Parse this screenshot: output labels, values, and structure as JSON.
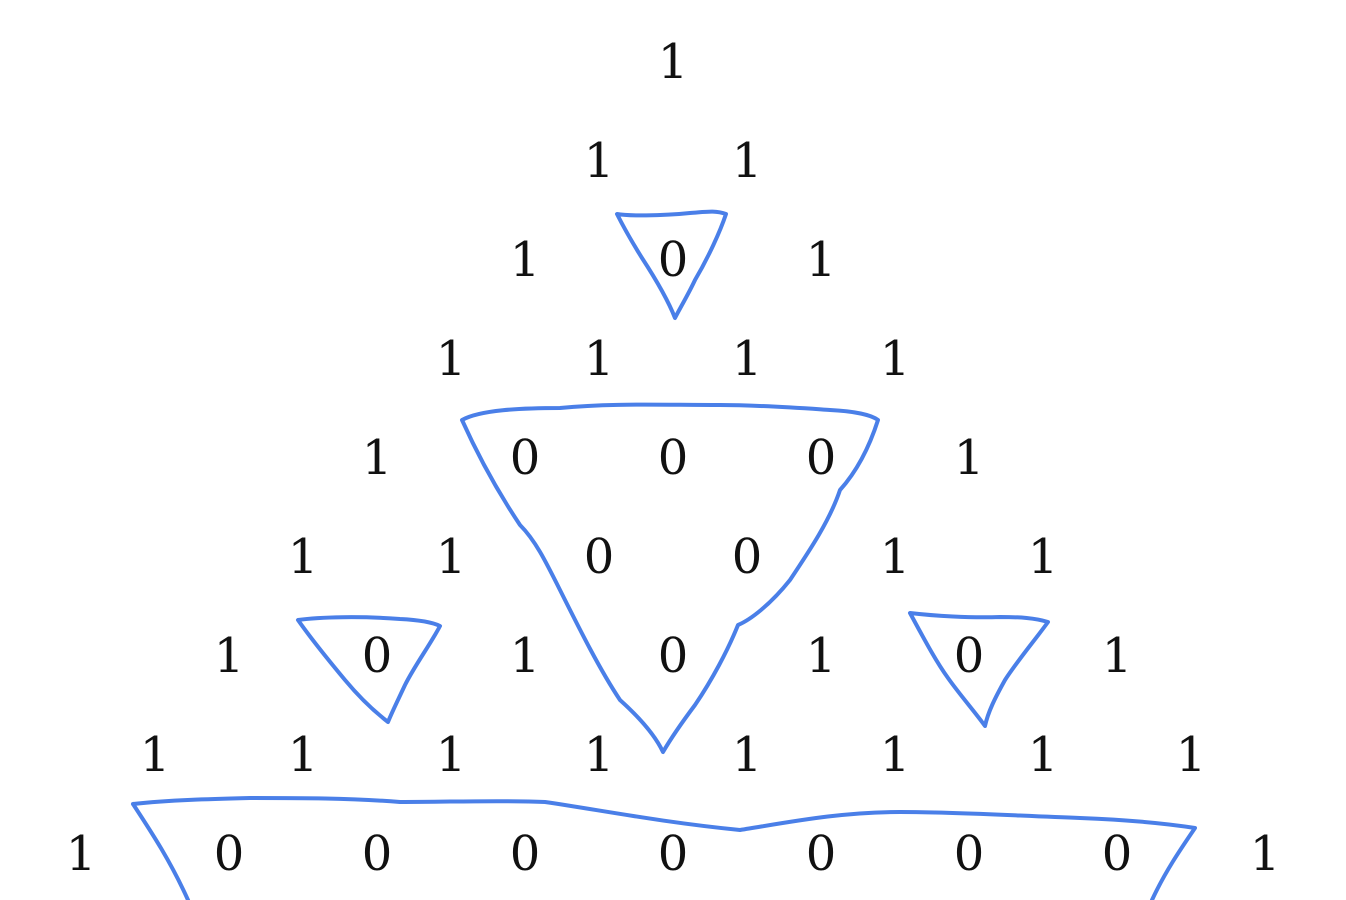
{
  "rows": [
    [
      "1"
    ],
    [
      "1",
      "1"
    ],
    [
      "1",
      "0",
      "1"
    ],
    [
      "1",
      "1",
      "1",
      "1"
    ],
    [
      "1",
      "0",
      "0",
      "0",
      "1"
    ],
    [
      "1",
      "1",
      "0",
      "0",
      "1",
      "1"
    ],
    [
      "1",
      "0",
      "1",
      "0",
      "1",
      "0",
      "1"
    ],
    [
      "1",
      "1",
      "1",
      "1",
      "1",
      "1",
      "1",
      "1"
    ],
    [
      "1",
      "0",
      "0",
      "0",
      "0",
      "0",
      "0",
      "0",
      "1"
    ]
  ],
  "colors": {
    "text": "#111111",
    "annotation": "#4a7fe8",
    "background": "#ffffff"
  },
  "annotations": [
    {
      "name": "zero-region-row-3",
      "shape": "hand-drawn-inverted-triangle"
    },
    {
      "name": "zero-region-rows-5-7",
      "shape": "hand-drawn-inverted-triangle"
    },
    {
      "name": "zero-region-row-7-left",
      "shape": "hand-drawn-inverted-triangle"
    },
    {
      "name": "zero-region-row-7-right",
      "shape": "hand-drawn-inverted-triangle"
    },
    {
      "name": "zero-region-row-9",
      "shape": "hand-drawn-inverted-triangle"
    }
  ]
}
